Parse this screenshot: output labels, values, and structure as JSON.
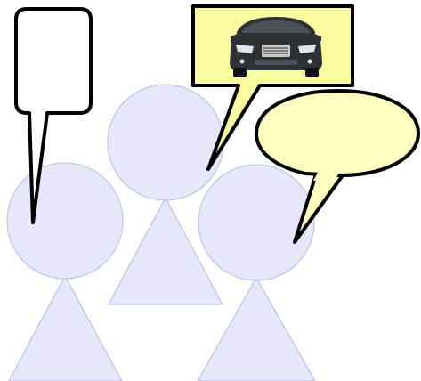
{
  "colors": {
    "background": "#ffffff",
    "figure_fill": "#e6e8fa",
    "figure_stroke": "#b4b9e6",
    "bubble_fill_plain": "#ffffff",
    "bubble_fill_yellow": "#ffffc0",
    "bubble_fill_car": "#fafaa0",
    "bubble_stroke": "#000000",
    "car_body": "#2e3134",
    "car_glass": "#4a5257",
    "car_chrome": "#c9ccce",
    "car_lights": "#dfe7ee"
  },
  "figures": [
    {
      "name": "back-center-person"
    },
    {
      "name": "front-left-person"
    },
    {
      "name": "front-right-person"
    }
  ],
  "speech_bubbles": [
    {
      "name": "tall-empty-speech-bubble",
      "icon": null
    },
    {
      "name": "car-speech-bubble",
      "icon": "car-icon"
    },
    {
      "name": "oval-empty-speech-bubble",
      "icon": null
    }
  ]
}
